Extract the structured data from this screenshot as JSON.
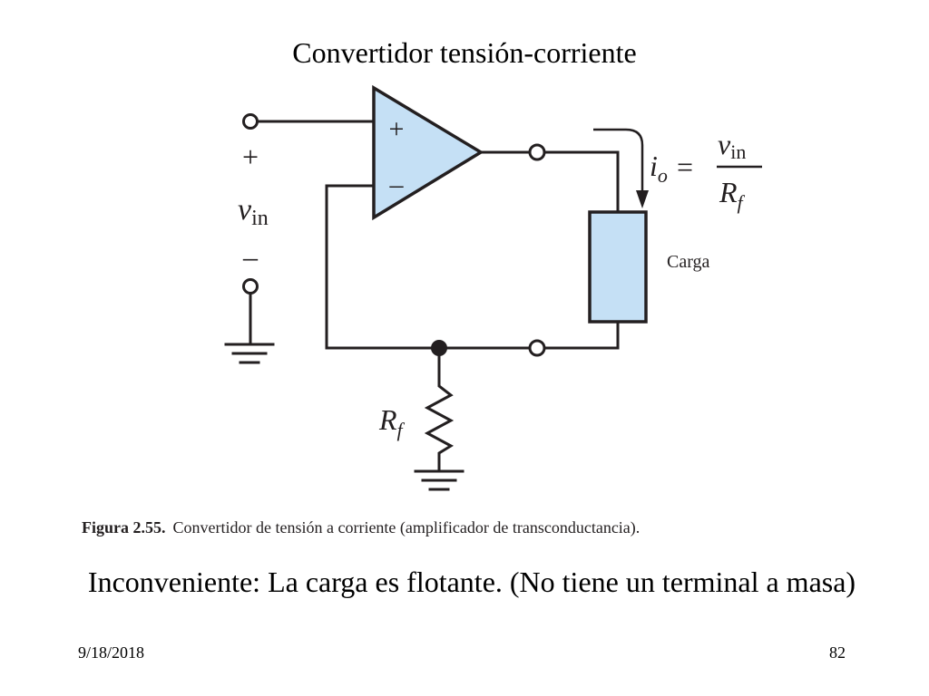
{
  "slide": {
    "title": "Convertidor tensión-corriente",
    "figure_label": "Figura 2.55.",
    "figure_caption": "Convertidor de tensión a corriente (amplificador de transconductancia).",
    "note": "Inconveniente: La carga es flotante. (No tiene un terminal a masa)",
    "date": "9/18/2018",
    "page_number": "82"
  },
  "circuit": {
    "opamp_plus": "+",
    "opamp_minus": "–",
    "input_plus": "+",
    "input_minus": "–",
    "vin_v": "v",
    "vin_sub": "in",
    "load_label": "Carga",
    "rf_r": "R",
    "rf_sub": "f",
    "eq_i": "i",
    "eq_i_sub": "o",
    "eq_equals": "=",
    "eq_num_v": "v",
    "eq_num_sub": "in",
    "eq_den_r": "R",
    "eq_den_sub": "f"
  },
  "colors": {
    "component_fill": "#c5e0f5",
    "wire": "#231f20"
  },
  "icons": [
    "op-amp-symbol",
    "resistor-symbol",
    "ground-symbol",
    "terminal-symbol",
    "current-arrow"
  ]
}
